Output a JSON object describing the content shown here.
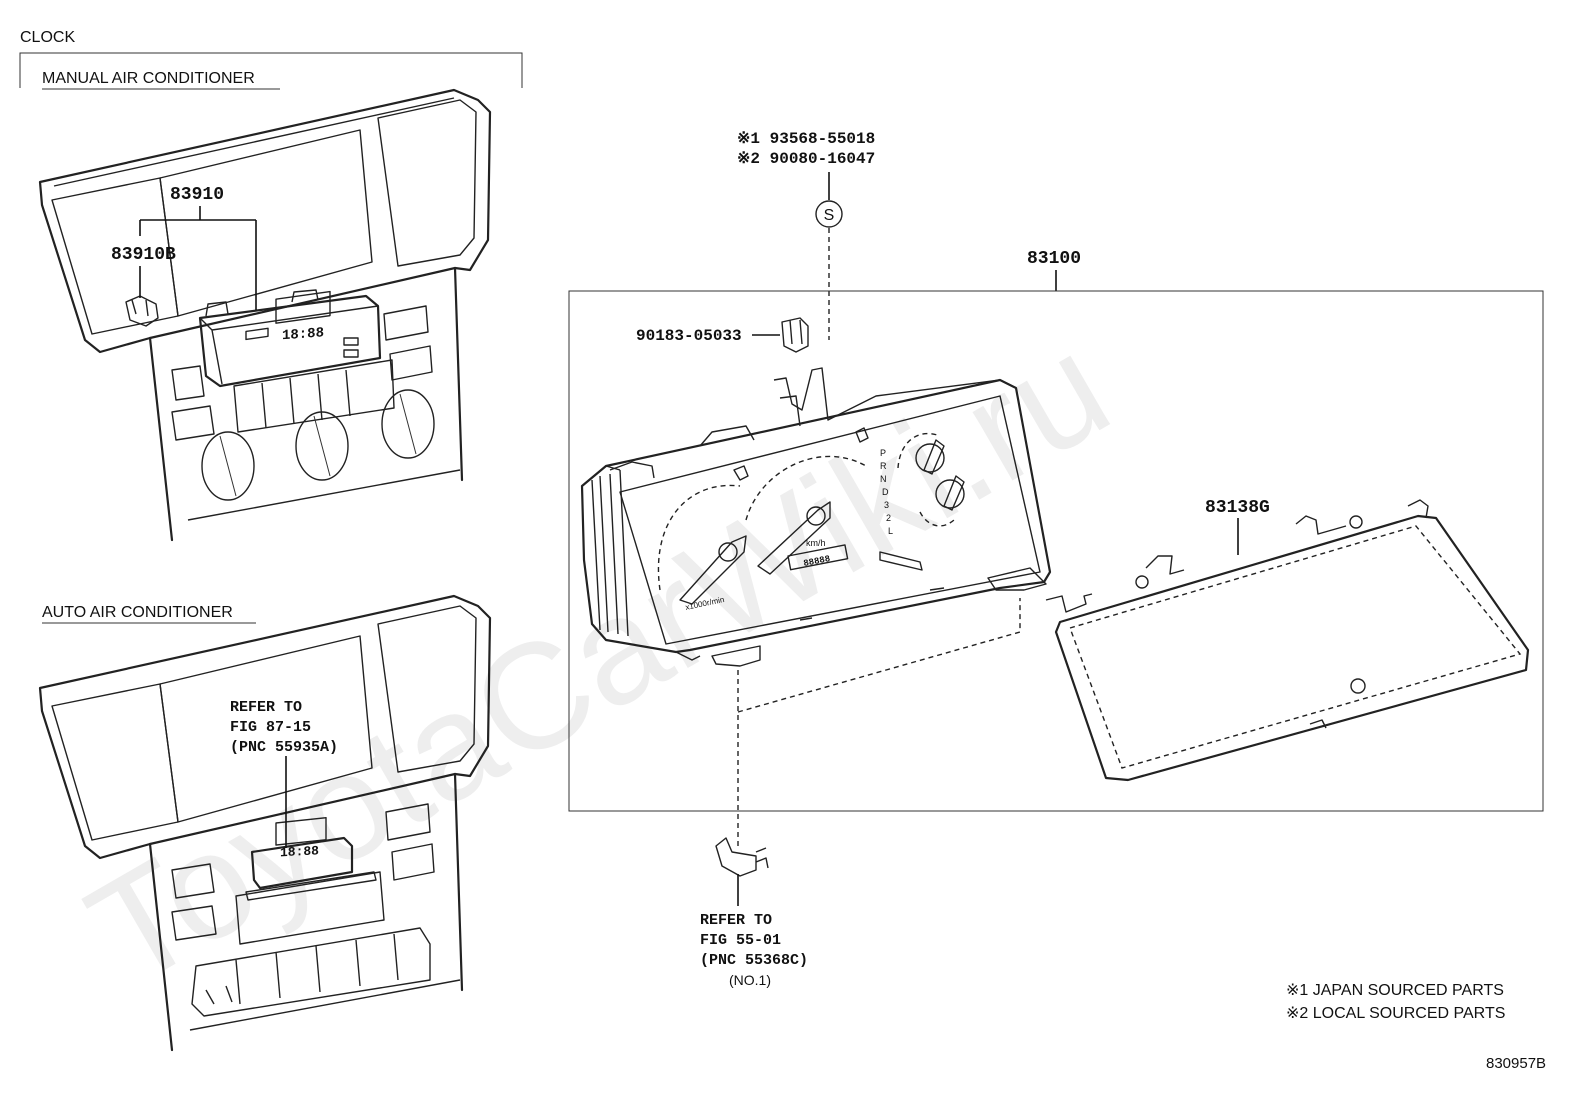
{
  "watermark": "ToyotaCarWiki.ru",
  "section_title": "CLOCK",
  "variants": {
    "manual": {
      "title": "MANUAL AIR CONDITIONER"
    },
    "auto": {
      "title": "AUTO AIR CONDITIONER"
    }
  },
  "parts": {
    "clock_assy": "83910",
    "clock_bulb": "83910B",
    "meter_assy": "83100",
    "meter_glass": "83138G",
    "clip": "90183-05033",
    "screw_note_1": "※1 93568-55018",
    "screw_note_2": "※2 90080-16047",
    "screw_symbol": "S"
  },
  "refs": {
    "auto_ref": {
      "line1": "REFER TO",
      "line2": "FIG 87-15",
      "line3": "(PNC 55935A)"
    },
    "bracket_ref": {
      "line1": "REFER TO",
      "line2": "FIG 55-01",
      "line3": "(PNC 55368C)",
      "line4": "(NO.1)"
    }
  },
  "clock_display": "18:88",
  "gauge_labels": {
    "speed_unit": "km/h",
    "tach_unit": "x1000r/min",
    "odometer": "88888"
  },
  "gear_labels": [
    "P",
    "R",
    "N",
    "D",
    "3",
    "2",
    "L"
  ],
  "legend": {
    "note1": "※1 JAPAN SOURCED PARTS",
    "note2": "※2 LOCAL SOURCED PARTS"
  },
  "diagram_id": "830957B"
}
